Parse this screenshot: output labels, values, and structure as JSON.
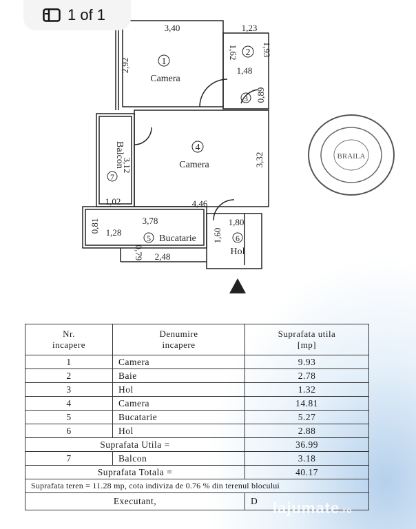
{
  "viewer": {
    "page_indicator": "1 of 1",
    "icon": "gallery-icon"
  },
  "plan": {
    "rooms": [
      {
        "num": "1",
        "name": "Camera"
      },
      {
        "num": "2",
        "name": ""
      },
      {
        "num": "3",
        "name": ""
      },
      {
        "num": "4",
        "name": "Camera"
      },
      {
        "num": "5",
        "name": "Bucatarie"
      },
      {
        "num": "6",
        "name": "Hol"
      },
      {
        "num": "7",
        "name": "Balcon"
      }
    ],
    "dimensions": [
      "3,40",
      "1,23",
      "2,92",
      "1,62",
      "1,93",
      "1,48",
      "0,89",
      "3,32",
      "3,12",
      "1,02",
      "4,46",
      "3,78",
      "1,80",
      "0,81",
      "1,28",
      "1,60",
      "0,79",
      "2,48"
    ]
  },
  "table": {
    "headers": {
      "nr": "Nr.\nincapere",
      "name": "Denumire\nincapere",
      "area": "Suprafata utila\n[mp]"
    },
    "rows": [
      {
        "nr": "1",
        "name": "Camera",
        "area": "9.93"
      },
      {
        "nr": "2",
        "name": "Baie",
        "area": "2.78"
      },
      {
        "nr": "3",
        "name": "Hol",
        "area": "1.32"
      },
      {
        "nr": "4",
        "name": "Camera",
        "area": "14.81"
      },
      {
        "nr": "5",
        "name": "Bucatarie",
        "area": "5.27"
      },
      {
        "nr": "6",
        "name": "Hol",
        "area": "2.88"
      }
    ],
    "utila_label": "Suprafata Utila =",
    "utila_value": "36.99",
    "balcon": {
      "nr": "7",
      "name": "Balcon",
      "area": "3.18"
    },
    "totala_label": "Suprafata Totala =",
    "totala_value": "40.17",
    "teren_note": "Suprafata teren = 11.28 mp, cota  indiviza de 0.76 % din terenul blocului",
    "executant": "Executant,",
    "semnatura": "D"
  },
  "watermark": {
    "text": "lajumate",
    "suffix": ".ro"
  }
}
